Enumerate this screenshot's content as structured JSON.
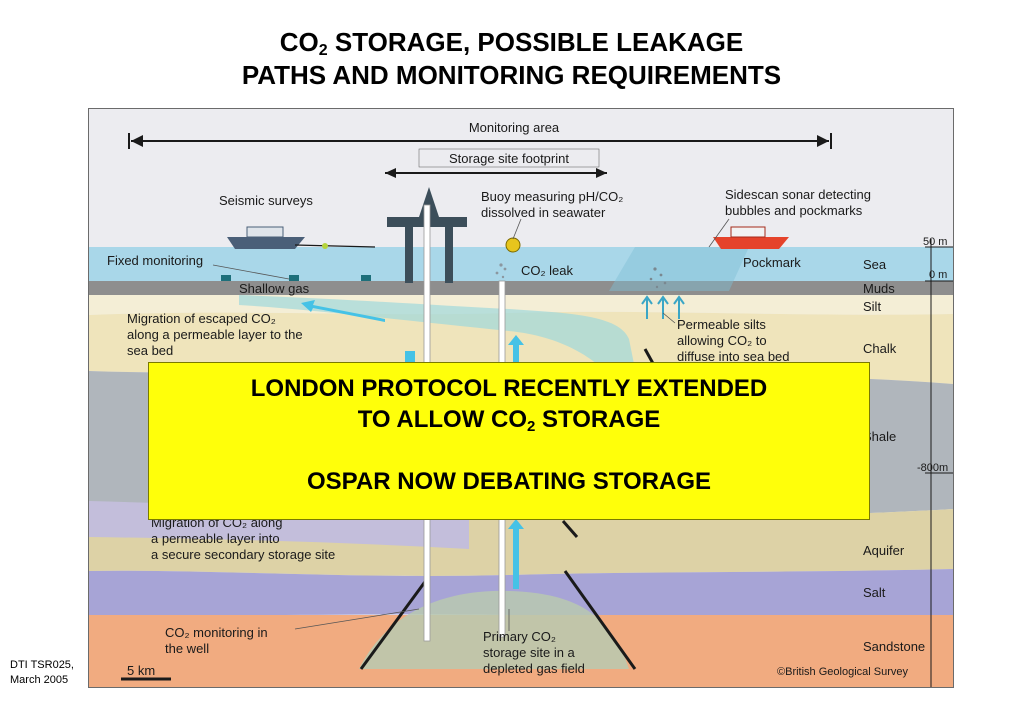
{
  "title": {
    "line1_pre": "CO",
    "line1_sub": "2",
    "line1_post": " STORAGE, POSSIBLE LEAKAGE",
    "line2": "PATHS AND MONITORING REQUIREMENTS"
  },
  "diagram": {
    "monitoring_area": "Monitoring area",
    "storage_footprint": "Storage site footprint",
    "seismic": "Seismic surveys",
    "buoy_1": "Buoy measuring pH/CO₂",
    "buoy_2": "dissolved in seawater",
    "sonar_1": "Sidescan sonar detecting",
    "sonar_2": "bubbles and pockmarks",
    "fixed_monitoring": "Fixed monitoring",
    "co2_leak": "CO₂ leak",
    "pockmark": "Pockmark",
    "shallow_gas": "Shallow gas",
    "migration_top_1": "Migration of escaped CO₂",
    "migration_top_2": "along a permeable layer to the",
    "migration_top_3": "sea bed",
    "silts_1": "Permeable silts",
    "silts_2": "allowing CO₂ to",
    "silts_3": "diffuse into sea bed",
    "migration_bot_1": "Migration of CO₂ along",
    "migration_bot_2": "a permeable layer into",
    "migration_bot_3": "a secure secondary storage site",
    "well_1": "CO₂ monitoring in",
    "well_2": "the well",
    "primary_1": "Primary CO₂",
    "primary_2": "storage site in a",
    "primary_3": "depleted gas field",
    "scale": "5 km",
    "copyright": "©British Geological Survey",
    "depth_50": "50 m",
    "depth_0": "0 m",
    "depth_800": "-800m",
    "layers": {
      "sea": "Sea",
      "muds": "Muds",
      "silt": "Silt",
      "chalk": "Chalk",
      "shale": "Shale",
      "aquifer": "Aquifer",
      "salt": "Salt",
      "sandstone": "Sandstone"
    }
  },
  "callout": {
    "line1": "LONDON PROTOCOL RECENTLY EXTENDED",
    "line2_pre": "TO ALLOW CO",
    "line2_sub": "2",
    "line2_post": " STORAGE",
    "line3": "OSPAR NOW DEBATING STORAGE"
  },
  "source": {
    "line1": "DTI TSR025,",
    "line2": "March 2005"
  },
  "colors": {
    "sky": "#ececf0",
    "sea": "#a9d7e9",
    "muds": "#8e8e8e",
    "silt": "#f3ecd0",
    "chalk": "#efe4bb",
    "shale": "#b0b6bc",
    "aquifer": "#d9cda0",
    "salt": "#a7a4d6",
    "sandstone": "#f1ab80",
    "callout": "#ffff0a",
    "leak": "#45c2e6"
  }
}
